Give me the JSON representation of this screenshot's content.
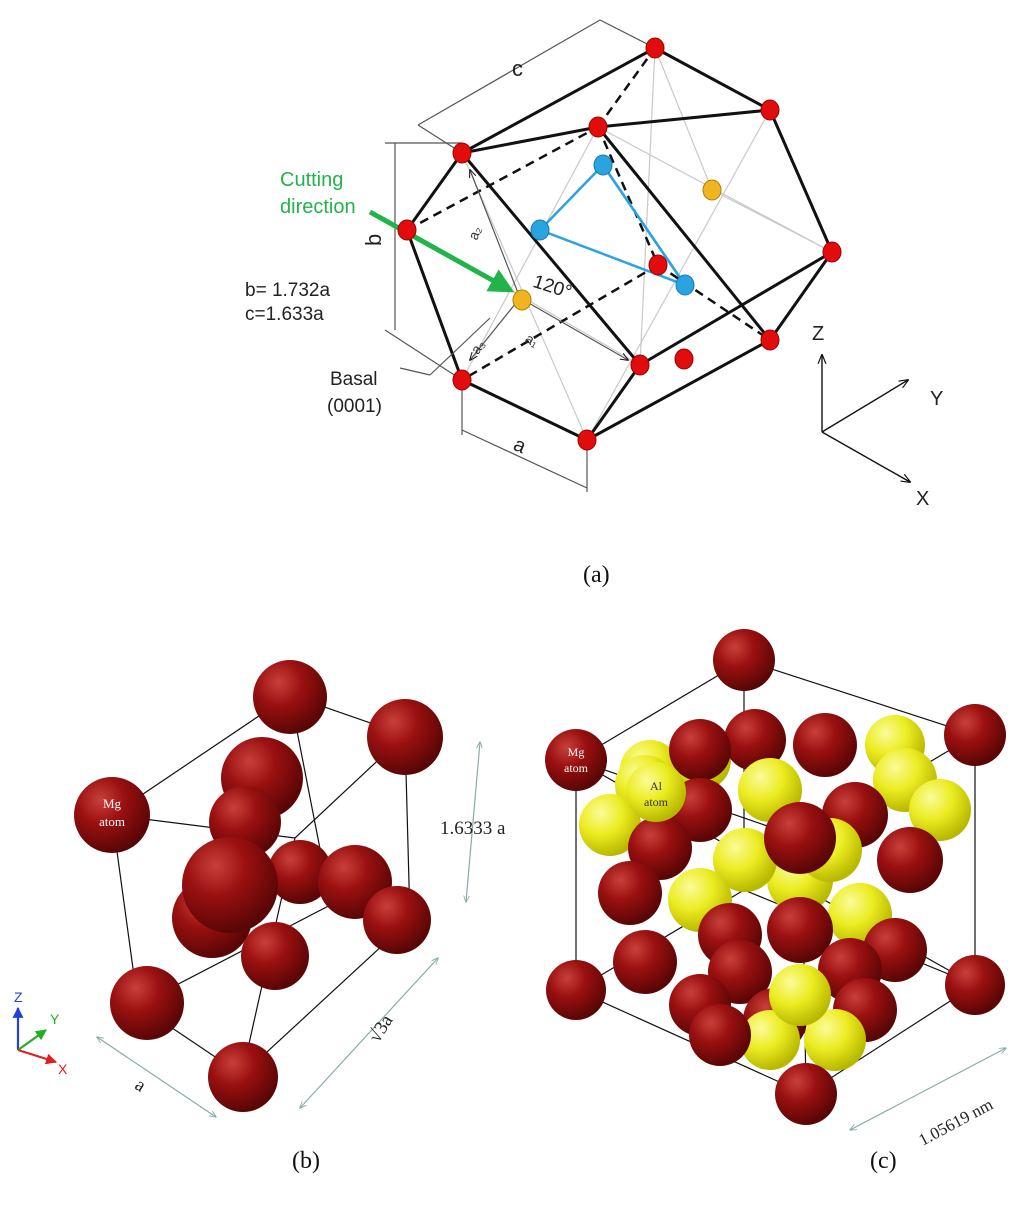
{
  "colors": {
    "atom_red": "#e10c0c",
    "atom_orange": "#f0b420",
    "atom_blue": "#2aa4e0",
    "cutting_arrow": "#22b34a",
    "frame_line": "#111111",
    "faint_line": "#c8c8c8",
    "mg_sphere": "#8b0a0a",
    "al_sphere": "#eaea1a"
  },
  "panel_a": {
    "caption": "(a)",
    "label_c": "c",
    "label_b": "b",
    "label_a": "a",
    "label_a1": "a₁",
    "label_a2": "a₂",
    "label_a3": "a₃",
    "angle": "120°",
    "cutting_direction_line1": "Cutting",
    "cutting_direction_line2": "direction",
    "b_relation": "b= 1.732a",
    "c_relation": "c=1.633a",
    "basal_line1": "Basal",
    "basal_line2": "(0001)",
    "axis_z": "Z",
    "axis_y": "Y",
    "axis_x": "X"
  },
  "panel_b": {
    "caption": "(b)",
    "mg_label_line1": "Mg",
    "mg_label_line2": "atom",
    "height_label": "1.6333 a",
    "sqrt3a_label": "√3a",
    "a_label": "a",
    "triad_z": "Z",
    "triad_y": "Y",
    "triad_x": "X"
  },
  "panel_c": {
    "caption": "(c)",
    "mg_label_line1": "Mg",
    "mg_label_line2": "atom",
    "al_label_line1": "Al",
    "al_label_line2": "atom",
    "edge_label": "1.05619 nm"
  }
}
